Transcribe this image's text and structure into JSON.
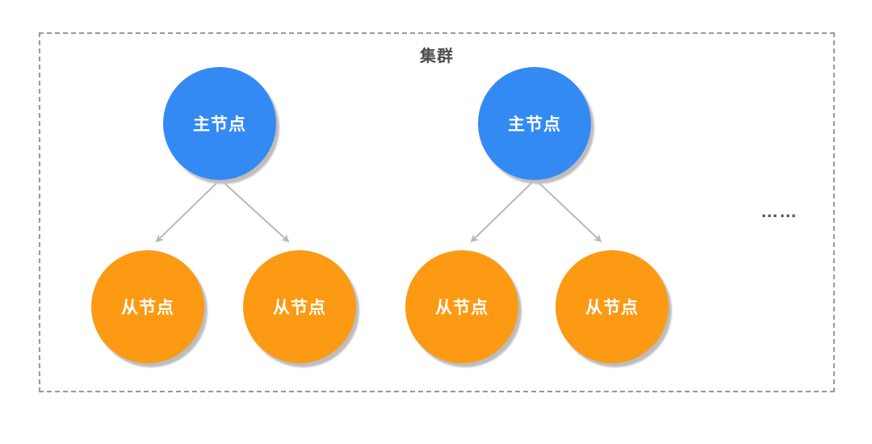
{
  "diagram": {
    "title": "集群",
    "ellipsis": "……",
    "groups": [
      {
        "master": {
          "label": "主节点"
        },
        "slaves": [
          {
            "label": "从节点"
          },
          {
            "label": "从节点"
          }
        ]
      },
      {
        "master": {
          "label": "主节点"
        },
        "slaves": [
          {
            "label": "从节点"
          },
          {
            "label": "从节点"
          }
        ]
      }
    ],
    "colors": {
      "master_node": "#338af3",
      "slave_node": "#fc9a14",
      "node_text": "#ffffff",
      "cluster_border": "#9a9a9a",
      "arrow": "#b9b9b9",
      "title_text": "#4d4d4d"
    }
  }
}
